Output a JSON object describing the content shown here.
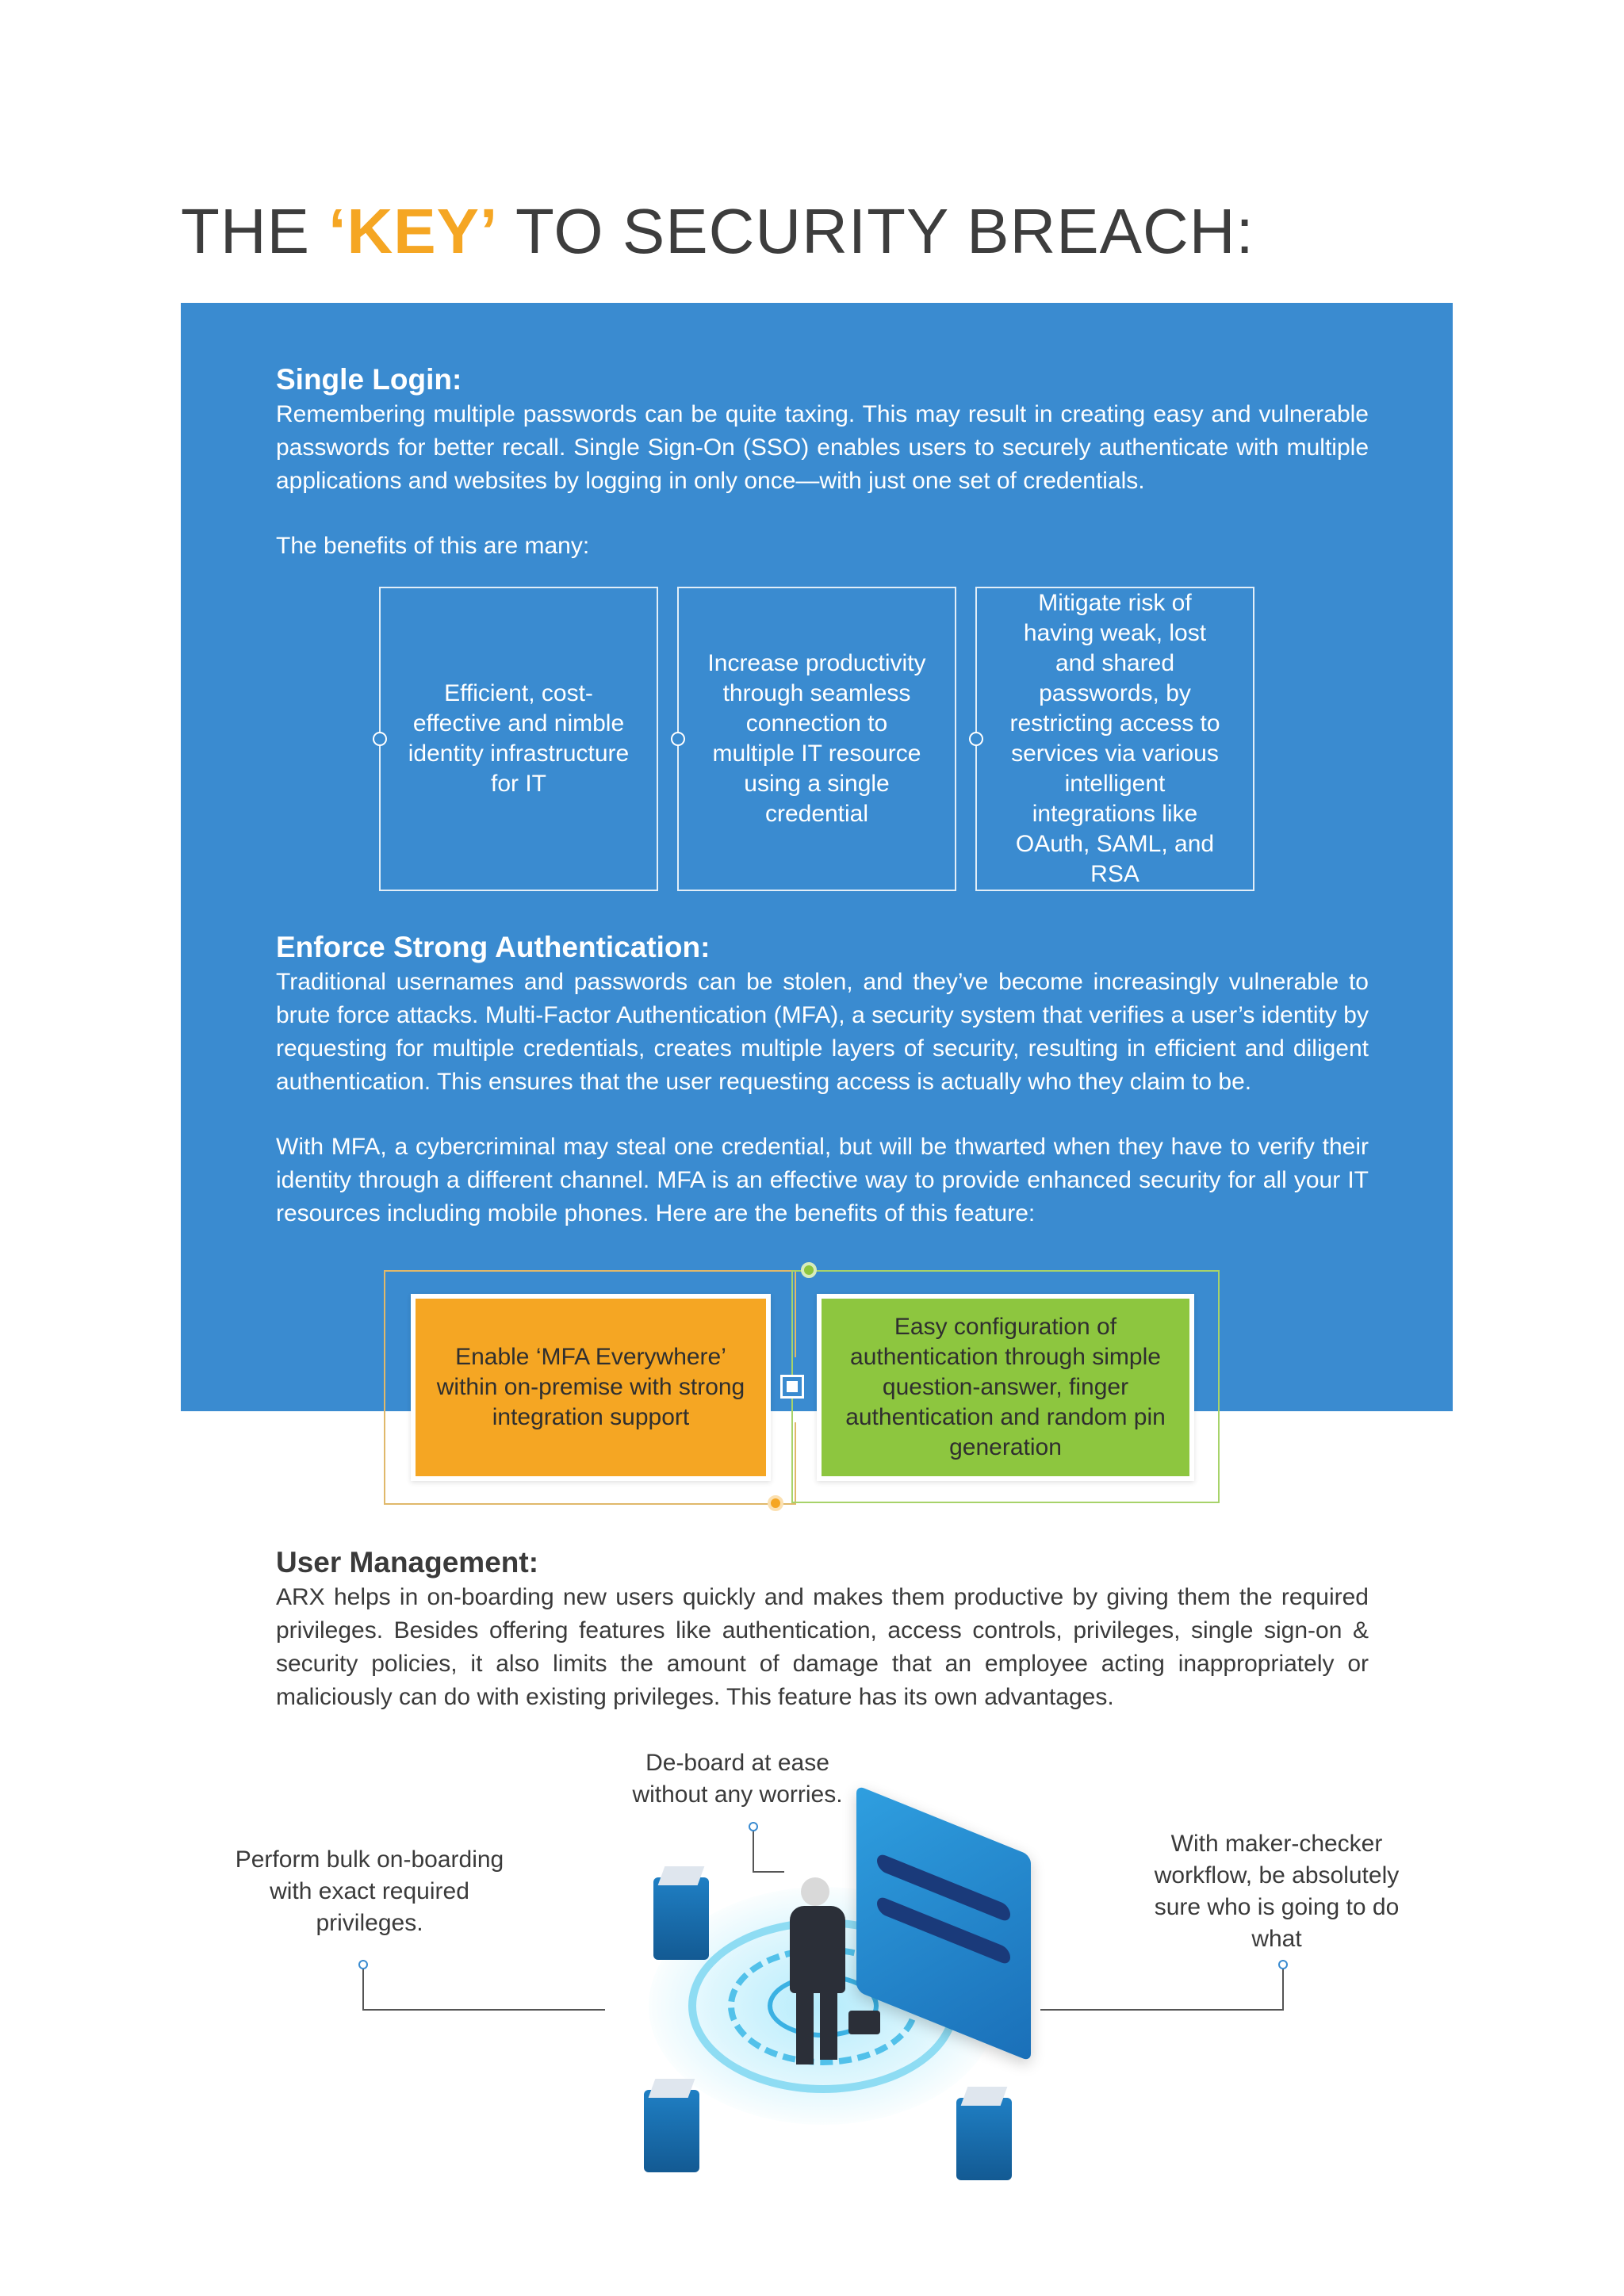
{
  "title": {
    "pre": "THE ",
    "key": "‘KEY’",
    "post": " TO SECURITY BREACH:"
  },
  "single_login": {
    "heading": "Single Login:",
    "paragraph": "Remembering multiple passwords can be quite taxing. This may result in creating easy and vulnerable passwords for better recall. Single Sign-On (SSO) enables users to securely authenticate with multiple applications and websites by logging in only once—with just one set of credentials.",
    "benefits_intro": "The benefits of this are many:",
    "benefits": [
      "Efficient, cost-effective and nimble identity infrastructure for IT",
      "Increase productivity through seamless connection to multiple IT resource using a single credential",
      "Mitigate risk of having weak, lost and shared passwords, by restricting access to services via various intelligent integrations like OAuth, SAML, and RSA"
    ]
  },
  "strong_auth": {
    "heading": "Enforce Strong Authentication:",
    "paragraph1": "Traditional usernames and passwords can be stolen, and they’ve become increasingly vulnerable to brute force attacks. Multi-Factor Authentication (MFA), a security system that verifies a user’s identity by requesting for multiple credentials, creates multiple layers of security, resulting in efficient and diligent authentication. This ensures that the user requesting access is actually who they claim to be.",
    "paragraph2": "With MFA, a cybercriminal may steal one credential, but will be thwarted when they have to verify their identity through a different channel. MFA is an effective way to provide enhanced security for all your IT resources including mobile phones. Here are the benefits of this feature:",
    "benefits": [
      "Enable ‘MFA Everywhere’ within on-premise with strong integration support",
      "Easy configuration of authentication through simple question-answer, finger authentication and random pin generation"
    ],
    "colors": {
      "orange": "#f5a623",
      "green": "#8dc63f"
    }
  },
  "user_management": {
    "heading": "User Management:",
    "paragraph": "ARX helps in on-boarding new users quickly and makes them productive by giving them the required privileges. Besides offering features like authentication, access controls, privileges, single sign-on & security policies, it also limits the amount of damage that an employee acting inappropriately or maliciously can do with existing privileges. This feature has its own advantages.",
    "advantages": {
      "left": "Perform bulk on-boarding with exact required privileges.",
      "top": "De-board at ease without any worries.",
      "right": "With maker-checker workflow, be absolutely sure who is going to do what"
    }
  },
  "colors": {
    "panel_blue": "#3a8bd0",
    "title_accent": "#f5a623"
  }
}
